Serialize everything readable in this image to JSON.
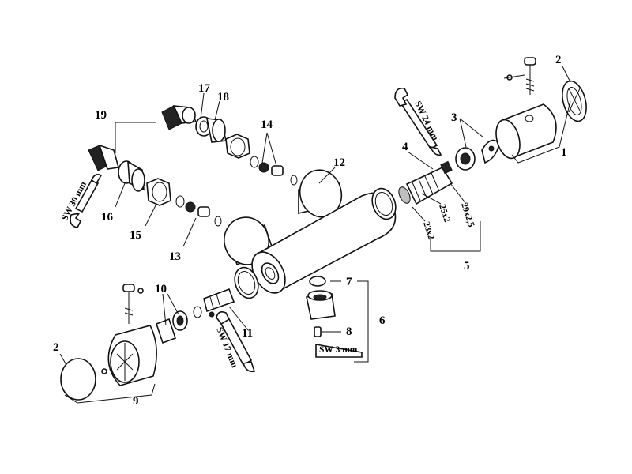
{
  "labels": {
    "p1": "1",
    "p2a": "2",
    "p2b": "2",
    "p3": "3",
    "p4": "4",
    "p5": "5",
    "p6": "6",
    "p7": "7",
    "p8": "8",
    "p9": "9",
    "p10": "10",
    "p11": "11",
    "p12": "12",
    "p13": "13",
    "p14": "14",
    "p15": "15",
    "p16": "16",
    "p17": "17",
    "p18": "18",
    "p19": "19"
  },
  "wrenches": {
    "sw24": "SW 24 mm",
    "sw30": "SW 30 mm",
    "sw17": "SW 17 mm",
    "sw3": "SW 3 mm"
  },
  "dimensions": {
    "d29x25": "29x2,5",
    "d25x2": "25x2",
    "d23x2": "23x2"
  }
}
